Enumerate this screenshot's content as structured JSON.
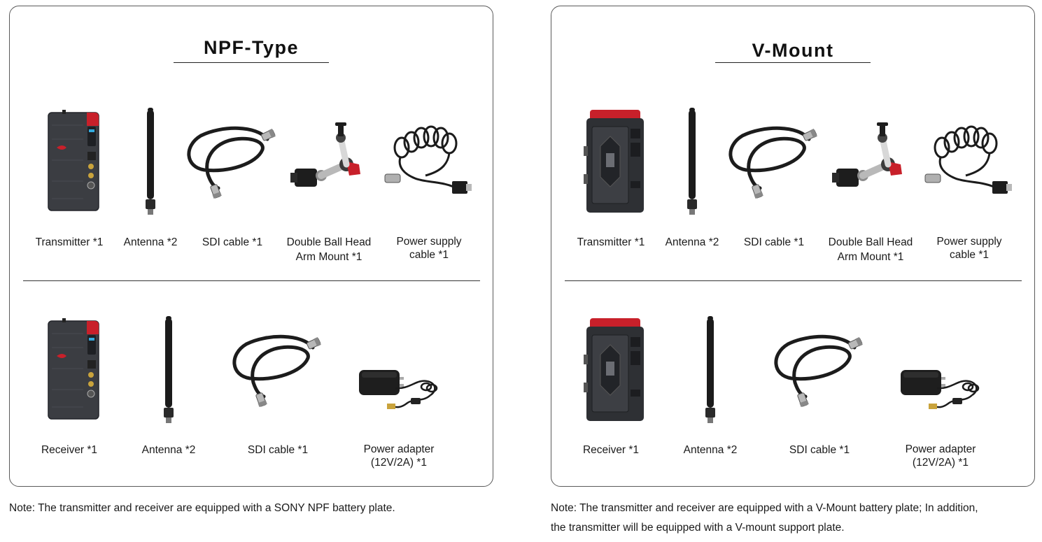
{
  "panels": [
    {
      "title": "NPF-Type",
      "kit_top": [
        "Transmitter *1",
        "Antenna *2",
        "SDI cable *1",
        "Double Ball Head\nArm Mount *1",
        "Power supply\ncable *1"
      ],
      "kit_bottom": [
        "Receiver *1",
        "Antenna *2",
        "SDI cable *1",
        "Power adapter\n(12V/2A) *1"
      ],
      "note": "Note: The transmitter and receiver are equipped with a SONY NPF battery plate."
    },
    {
      "title": "V-Mount",
      "kit_top": [
        "Transmitter *1",
        "Antenna *2",
        "SDI cable *1",
        "Double Ball Head\nArm Mount *1",
        "Power supply\ncable *1"
      ],
      "kit_bottom": [
        "Receiver *1",
        "Antenna *2",
        "SDI cable *1",
        "Power adapter\n(12V/2A) *1"
      ],
      "note_line1": "Note: The transmitter and receiver are equipped with a V-Mount battery plate; In addition,",
      "note_line2": "the transmitter will be equipped with a V-mount support plate."
    }
  ],
  "colors": {
    "device_body": "#3b3d42",
    "device_accent": "#c8202a",
    "cable": "#1c1c1c",
    "connector": "#b8b8b8",
    "border": "#5a5a5a"
  },
  "icons": [
    "transmitter-npf-icon",
    "transmitter-vmount-icon",
    "receiver-npf-icon",
    "receiver-vmount-icon",
    "antenna-icon",
    "sdi-cable-icon",
    "arm-mount-icon",
    "power-cable-icon",
    "power-adapter-icon"
  ]
}
